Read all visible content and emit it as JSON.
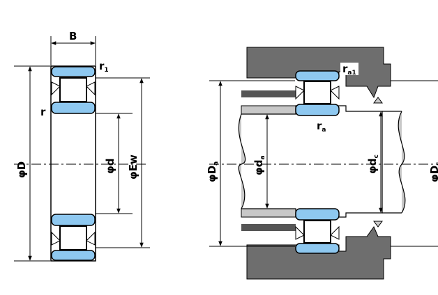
{
  "colors": {
    "background": "#ffffff",
    "housing_gray": "#6e6e6e",
    "shaft_gray": "#c8c8c8",
    "roller_blue": "#8ec8f0",
    "line": "#000000"
  },
  "left_view": {
    "labels": {
      "width": "B",
      "outer_diameter": "φD",
      "bore": "φd",
      "raceway": "φEw",
      "r1_main": "r",
      "r1_sub": "1",
      "r": "r"
    }
  },
  "right_view": {
    "labels": {
      "housing_bore_main": "φD",
      "housing_bore_sub": "a",
      "shaft_main": "φd",
      "shaft_sub": "a",
      "collar_main": "φd",
      "collar_sub": "c",
      "ra1_main": "r",
      "ra1_sub": "a1",
      "ra_main": "r",
      "ra_sub": "a",
      "edge_main": "φD",
      "edge_sub": "c"
    }
  }
}
